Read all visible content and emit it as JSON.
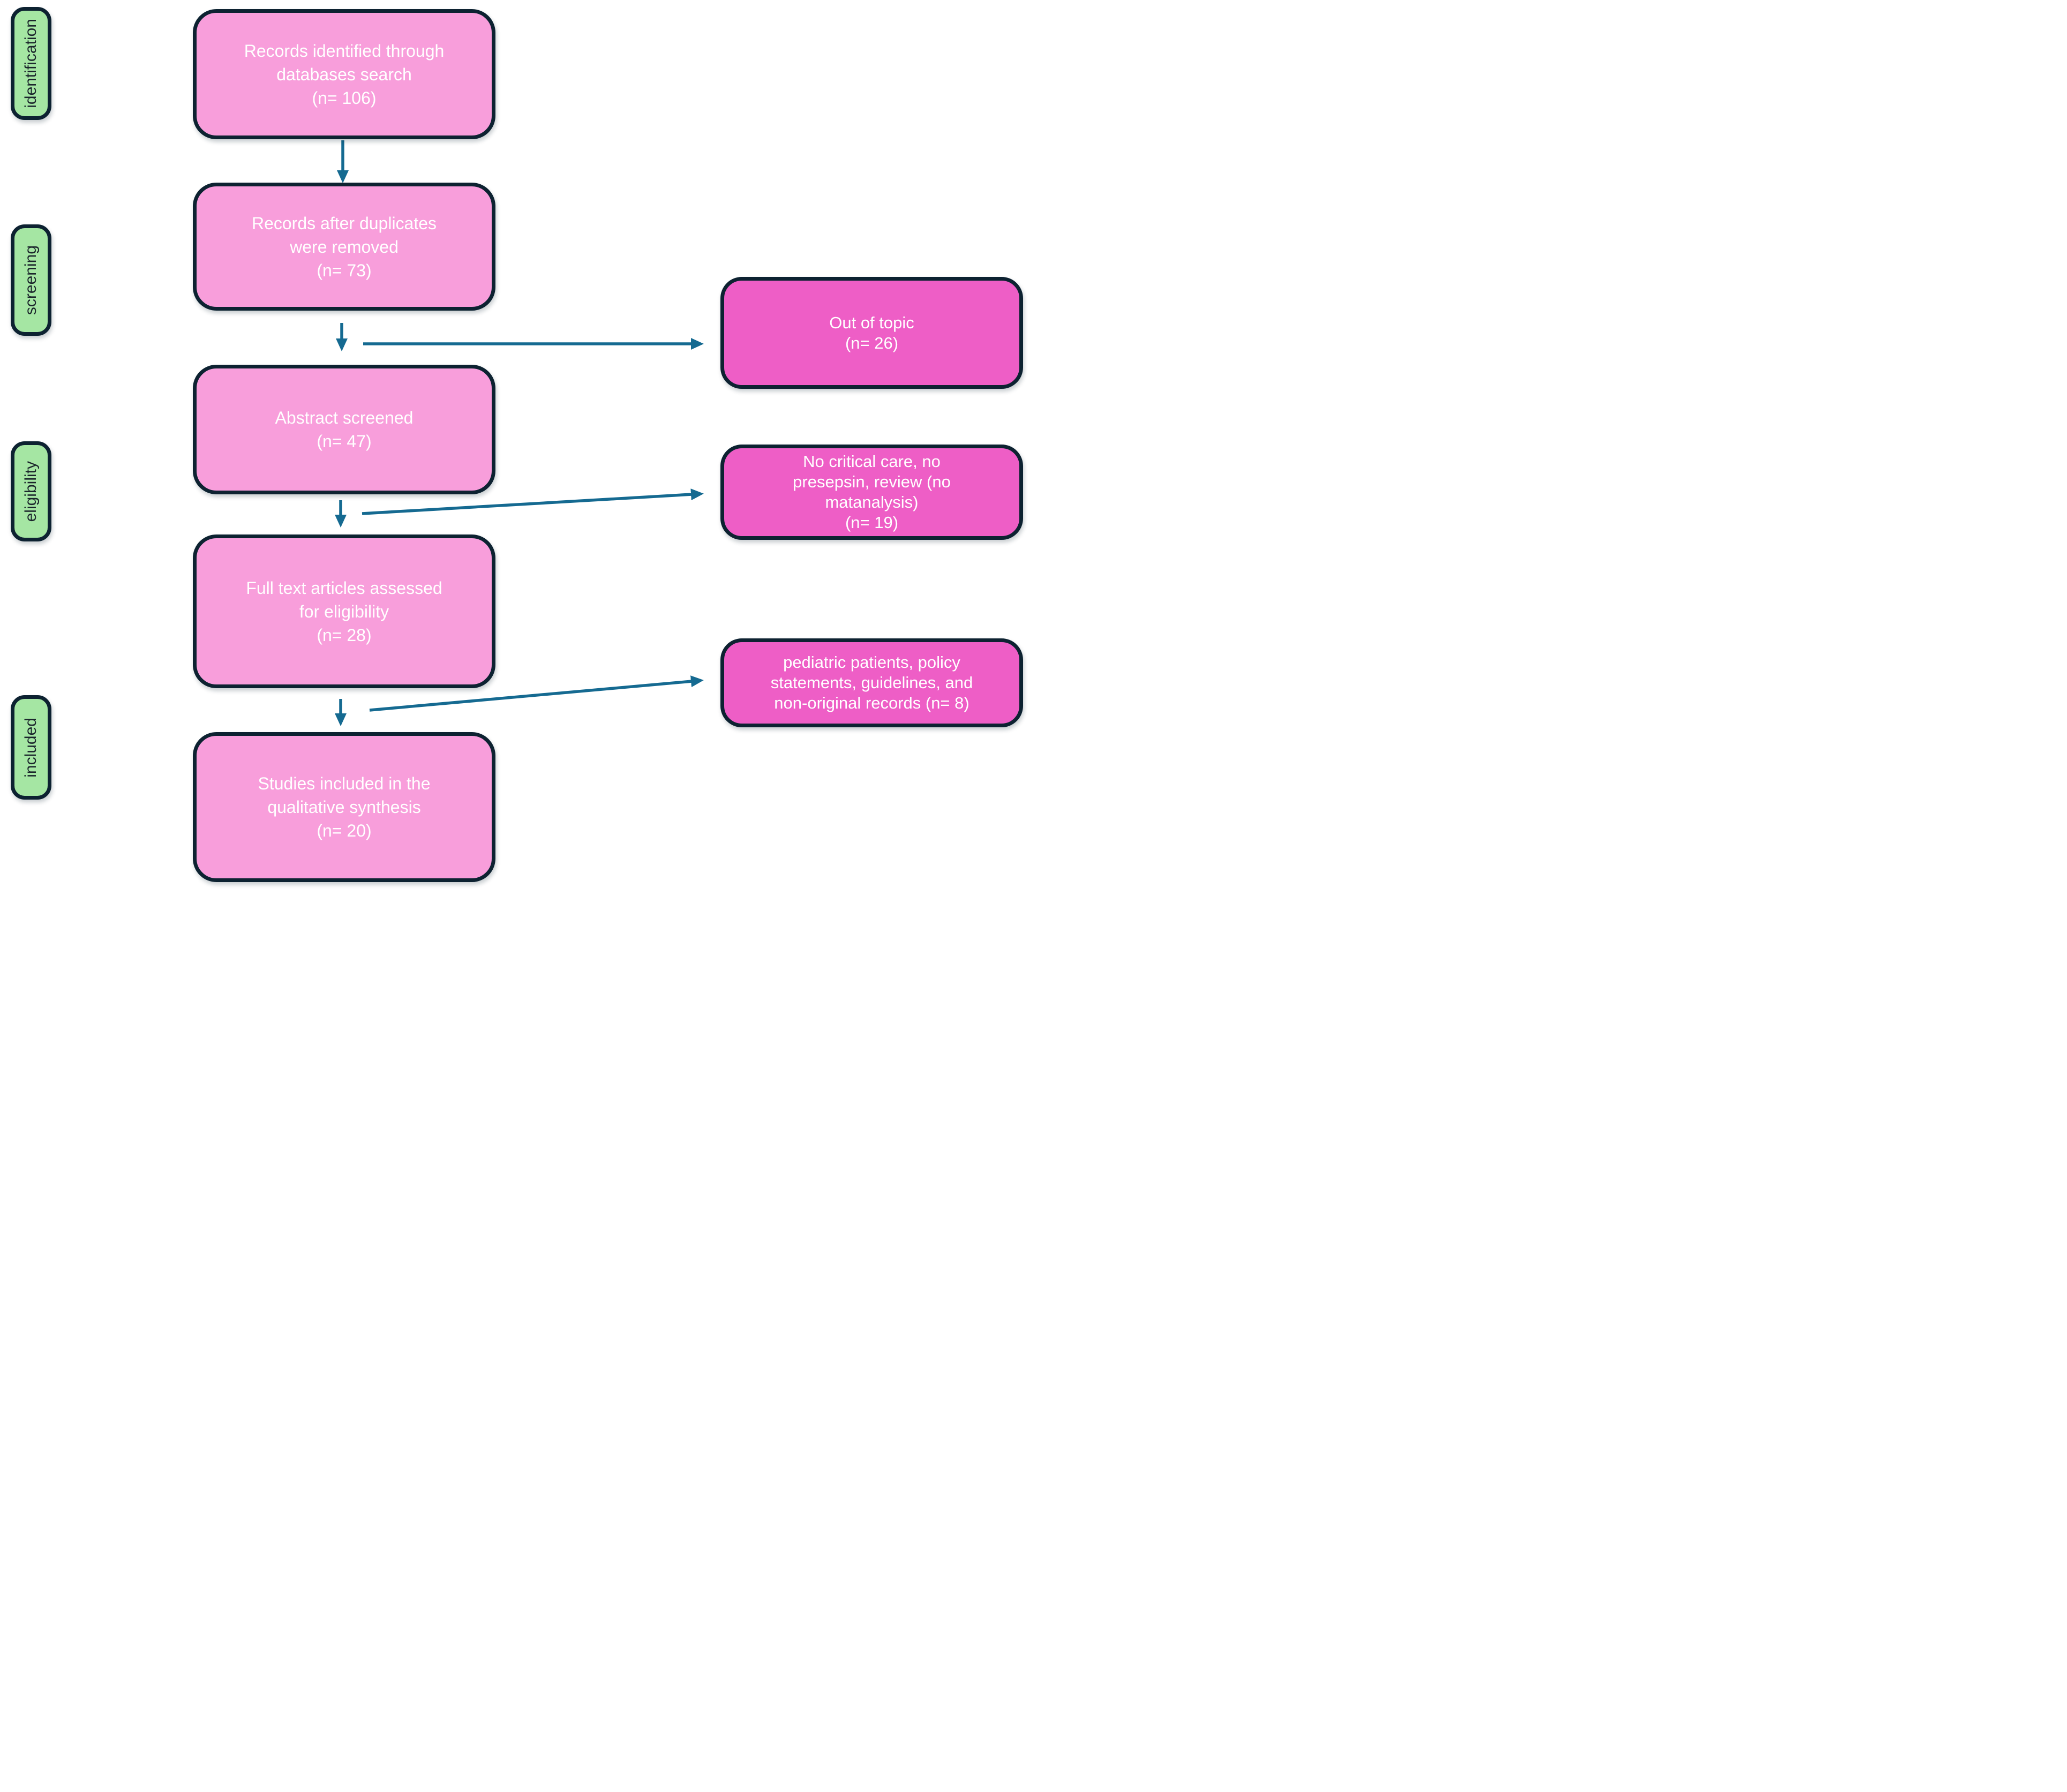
{
  "diagram": {
    "type": "prisma-flow",
    "stages": [
      {
        "label": "identification"
      },
      {
        "label": "screening"
      },
      {
        "label": "eligibility"
      },
      {
        "label": "included"
      }
    ],
    "flow_boxes": [
      {
        "text": "Records identified through\ndatabases search\n(n= 106)",
        "n": 106
      },
      {
        "text": "Records after duplicates\nwere removed\n(n= 73)",
        "n": 73
      },
      {
        "text": "Abstract screened\n(n= 47)",
        "n": 47
      },
      {
        "text": "Full text articles assessed\nfor eligibility\n(n= 28)",
        "n": 28
      },
      {
        "text": "Studies included in the\nqualitative synthesis\n(n= 20)",
        "n": 20
      }
    ],
    "exclusion_boxes": [
      {
        "text": "Out of topic\n(n= 26)",
        "n": 26
      },
      {
        "text": "No critical care, no\npresepsin, review (no\nmatanalysis)\n(n= 19)",
        "n": 19
      },
      {
        "text": "pediatric patients, policy\nstatements, guidelines, and\nnon-original records (n= 8)",
        "n": 8
      }
    ],
    "colors": {
      "flow_box_fill": "#F89EDB",
      "exclusion_box_fill": "#EE5EC6",
      "stage_box_fill": "#A5E6A3",
      "box_border": "#0D2231",
      "arrow": "#156A91",
      "flow_text": "#FFFFFF",
      "stage_text": "#1B262C",
      "background": "#FFFFFF"
    }
  }
}
